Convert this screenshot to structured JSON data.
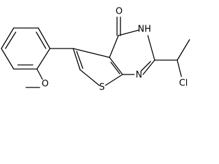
{
  "structure": {
    "atoms": {
      "O": "O",
      "S": "S",
      "NH": "NH",
      "N": "N",
      "Cl": "Cl",
      "OMe_O": "O"
    }
  }
}
